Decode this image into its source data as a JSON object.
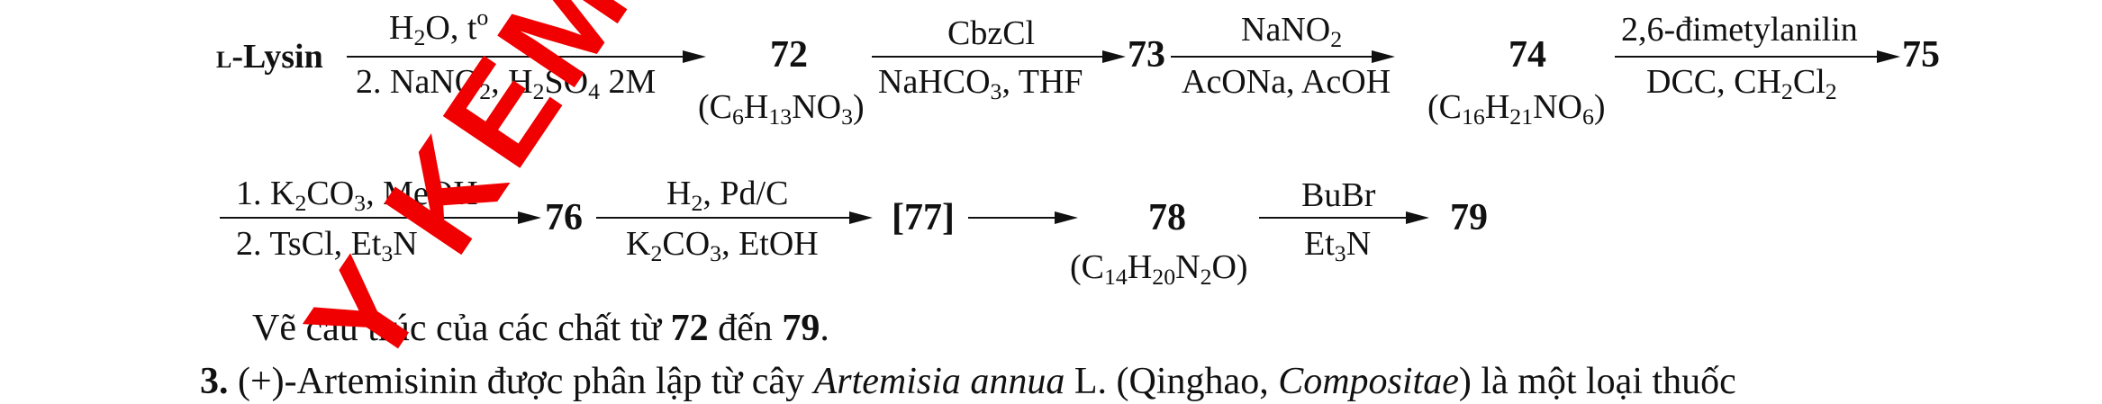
{
  "scheme1": {
    "start": {
      "prefix": "L",
      "name": "-Lysin"
    },
    "step1": {
      "above": "H₂O, tᵒ",
      "below_prefix": "2. NaNO",
      "below_mid": ", H",
      "below_mid2": "SO",
      "below_end": " 2M"
    },
    "c72": {
      "label": "72",
      "formula": [
        "(C",
        "6",
        "H",
        "13",
        "NO",
        "3",
        ")"
      ]
    },
    "step2": {
      "above": "CbzCl",
      "below": [
        "NaHCO",
        "3",
        ", THF"
      ]
    },
    "c73": {
      "label": "73"
    },
    "step3": {
      "above": [
        "NaNO",
        "2"
      ],
      "below": "AcONa, AcOH"
    },
    "c74": {
      "label": "74",
      "formula": [
        "(C",
        "16",
        "H",
        "21",
        "NO",
        "6",
        ")"
      ]
    },
    "step4": {
      "above": "2,6-đimetylanilin",
      "below": [
        "DCC, CH",
        "2",
        "Cl",
        "2"
      ]
    },
    "c75": {
      "label": "75"
    }
  },
  "scheme2": {
    "step5": {
      "above": [
        "1. K",
        "2",
        "CO",
        "3",
        ", MeOH"
      ],
      "below": [
        "2. TsCl, Et",
        "3",
        "N"
      ]
    },
    "c76": {
      "label": "76"
    },
    "step6": {
      "above": [
        "H",
        "2",
        ", Pd/C"
      ],
      "below": [
        "K",
        "2",
        "CO",
        "3",
        ", EtOH"
      ]
    },
    "c77": {
      "label": "[77]"
    },
    "c78": {
      "label": "78",
      "formula": [
        "(C",
        "14",
        "H",
        "20",
        "N",
        "2",
        "O)"
      ]
    },
    "step7": {
      "above": "BuBr",
      "below": [
        "Et",
        "3",
        "N"
      ]
    },
    "c79": {
      "label": "79"
    }
  },
  "question": {
    "text_a": "Vẽ cấu trúc của các chất từ ",
    "bold_a": "72",
    "text_b": " đến ",
    "bold_b": "79",
    "text_c": "."
  },
  "item3": {
    "number": "3.",
    "t1": " (+)-Artemisinin được phân lập từ cây ",
    "i1": "Artemisia annua",
    "t2": " L. (Qinghao, ",
    "i2": "Compositae",
    "t3": ") là một loại thuốc"
  },
  "watermark": {
    "text": "Y KEM",
    "color": "#f00000"
  }
}
